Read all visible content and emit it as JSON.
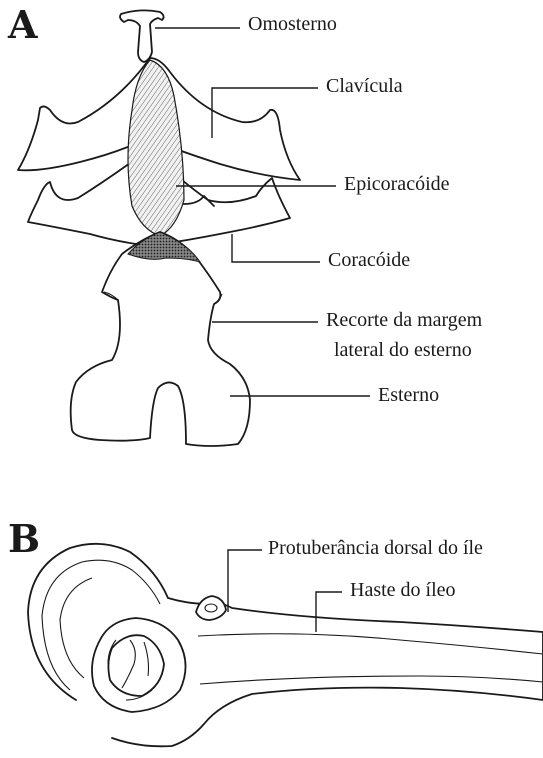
{
  "panels": {
    "a": {
      "letter": "A",
      "labels": {
        "omosterno": "Omosterno",
        "clavicula": "Clavícula",
        "epicoracoide": "Epicoracóide",
        "coracoide": "Coracóide",
        "recorte_line1": "Recorte da margem",
        "recorte_line2": "lateral do esterno",
        "esterno": "Esterno"
      }
    },
    "b": {
      "letter": "B",
      "labels": {
        "protuberancia": "Protuberância dorsal do íle",
        "haste": "Haste do íleo"
      }
    }
  },
  "colors": {
    "ink": "#1a1a1a",
    "background": "#ffffff"
  }
}
